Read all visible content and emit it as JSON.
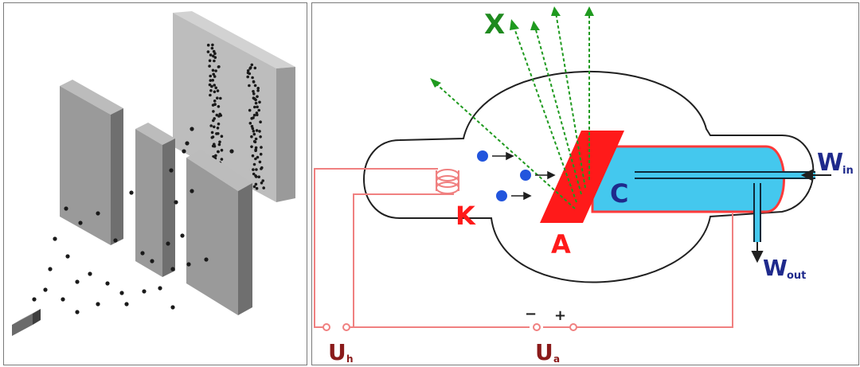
{
  "colors": {
    "background": "#ffffff",
    "panel_border": "#7a7a7a",
    "wire": "#f08080",
    "anode": "#ff1a1a",
    "coolant_tube": "#44c8ee",
    "xray_arrows": "#1f9a1f",
    "electrons": "#2255dd",
    "label_red": "#ff1a1a",
    "label_blue": "#1f2a8c",
    "label_green": "#1f8a1f",
    "label_darkred": "#8a1a1a"
  },
  "left_panel": {
    "icons": [
      "source-block-icon",
      "slit-plate-icon",
      "detector-screen-icon"
    ]
  },
  "right_panel": {
    "labels": {
      "x": "X",
      "k": "K",
      "a": "A",
      "c": "C",
      "w_in_main": "W",
      "w_in_sub": "in",
      "w_out_main": "W",
      "w_out_sub": "out",
      "u_h_main": "U",
      "u_h_sub": "h",
      "u_a_main": "U",
      "u_a_sub": "a",
      "minus": "−",
      "plus": "+"
    }
  }
}
